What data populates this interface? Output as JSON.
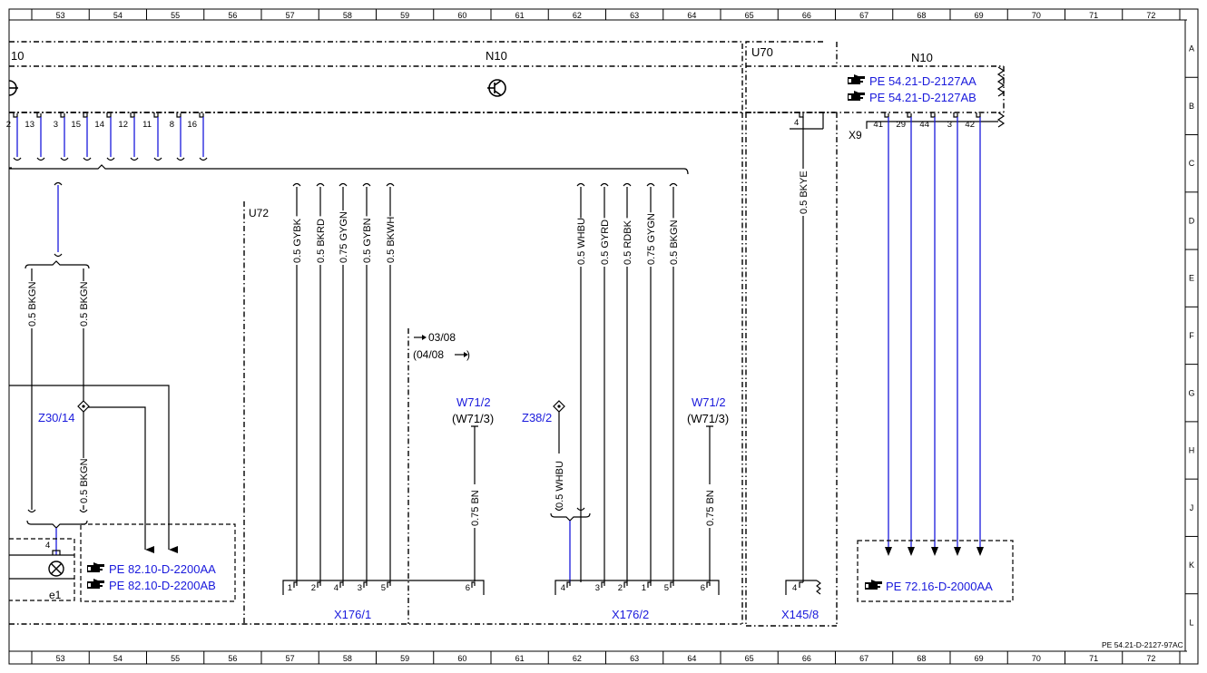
{
  "ruler": {
    "columns": [
      "53",
      "54",
      "55",
      "56",
      "57",
      "58",
      "59",
      "60",
      "61",
      "62",
      "63",
      "64",
      "65",
      "66",
      "67",
      "68",
      "69",
      "70",
      "71",
      "72"
    ],
    "rows": [
      "A",
      "B",
      "C",
      "D",
      "E",
      "F",
      "G",
      "H",
      "J",
      "K",
      "L"
    ]
  },
  "components": {
    "n10_left": "10",
    "n10_center": "N10",
    "u70": "U70",
    "n10_right": "N10",
    "u72": "U72",
    "x9": "X9",
    "e1": "e1"
  },
  "n10_pins": [
    "2",
    "13",
    "3",
    "15",
    "14",
    "12",
    "11",
    "8",
    "16"
  ],
  "u70_pin": "4",
  "x9_pins": [
    "41",
    "29",
    "44",
    "3",
    "42"
  ],
  "wires_top_left": [
    "0.5 GYBK",
    "0.5 BKRD",
    "0.75 GYGN",
    "0.5 GYBN",
    "0.5 BKWH"
  ],
  "wires_top_right": [
    "0.5 WHBU",
    "0.5 GYRD",
    "0.5 RDBK",
    "0.75 GYGN",
    "0.5 BKGN"
  ],
  "wire_bkye": "0.5 BKYE",
  "wires_left": [
    "0.5 BKGN",
    "0.5 BKGN",
    "0.5 BKGN"
  ],
  "wire_bn_1": "0.75 BN",
  "wire_bn_2": "0.75 BN",
  "wire_whbu": "0.5 WHBU",
  "connectors": {
    "x176_1": {
      "label": "X176/1",
      "pins": [
        "1",
        "2",
        "4",
        "3",
        "5",
        "6"
      ]
    },
    "x176_2": {
      "label": "X176/2",
      "pins": [
        "4",
        "3",
        "2",
        "1",
        "5",
        "6"
      ]
    },
    "x145_8": {
      "label": "X145/8",
      "pins": [
        "4"
      ]
    },
    "e1_pin": "4"
  },
  "splices": {
    "z30": "Z30/14",
    "z38": "Z38/2",
    "w71_1": "W71/2",
    "w71_1_alt": "(W71/3)",
    "w71_2": "W71/2",
    "w71_2_alt": "(W71/3)"
  },
  "validity": {
    "from": "03/08",
    "until": "(04/08"
  },
  "references": {
    "ref_n10_a": "PE 54.21-D-2127AA",
    "ref_n10_b": "PE 54.21-D-2127AB",
    "ref_z30_a": "PE 82.10-D-2200AA",
    "ref_z30_b": "PE 82.10-D-2200AB",
    "ref_x9": "PE 72.16-D-2000AA"
  },
  "doc_id": "PE 54.21-D-2127-97AC",
  "colors": {
    "wire_blue": "#1a1adc",
    "line": "#000000",
    "background": "#ffffff"
  },
  "icons": [
    "transistor-symbol-icon",
    "lamp-icon",
    "hand-pointer-icon",
    "splice-diamond-icon"
  ]
}
